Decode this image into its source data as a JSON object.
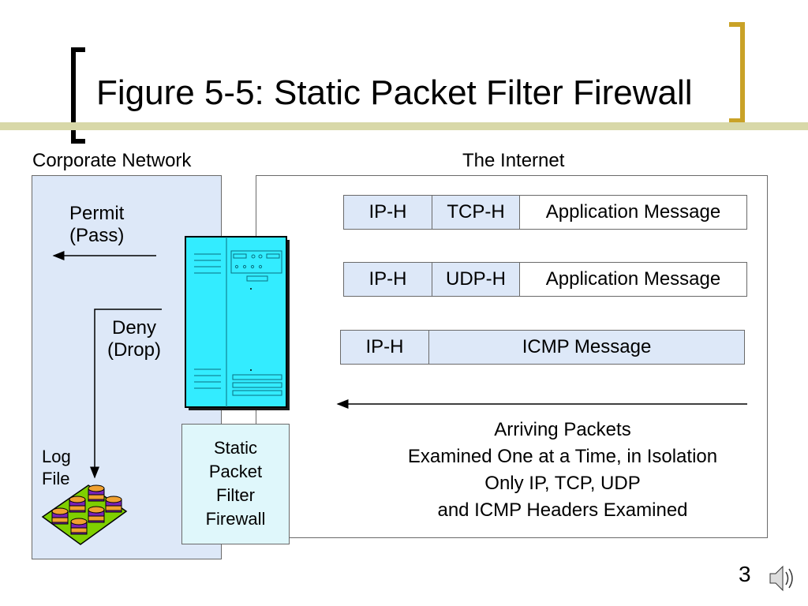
{
  "slide": {
    "title": "Figure 5-5: Static Packet Filter Firewall",
    "page_number": "3"
  },
  "corporate": {
    "label": "Corporate Network",
    "permit_line1": "Permit",
    "permit_line2": "(Pass)",
    "deny_line1": "Deny",
    "deny_line2": "(Drop)",
    "log_line1": "Log",
    "log_line2": "File"
  },
  "internet": {
    "label": "The Internet",
    "packets": [
      {
        "cells": [
          "IP-H",
          "TCP-H",
          "Application Message"
        ]
      },
      {
        "cells": [
          "IP-H",
          "UDP-H",
          "Application Message"
        ]
      },
      {
        "cells": [
          "IP-H",
          "ICMP Message"
        ]
      }
    ],
    "caption_lines": [
      "Arriving Packets",
      "Examined One at a Time, in Isolation",
      "Only IP, TCP, UDP",
      "and ICMP Headers Examined"
    ]
  },
  "firewall": {
    "caption_lines": [
      "Static",
      "Packet",
      "Filter",
      "Firewall"
    ]
  },
  "colors": {
    "panel_blue": "#dde8f8",
    "server_cyan": "#33ecff",
    "bracket_gold": "#c9a227",
    "title_bar_olive": "#d8d8a8",
    "database_orange": "#f0a030",
    "database_purple": "#7a22b8",
    "tray_green": "#7fd000"
  }
}
